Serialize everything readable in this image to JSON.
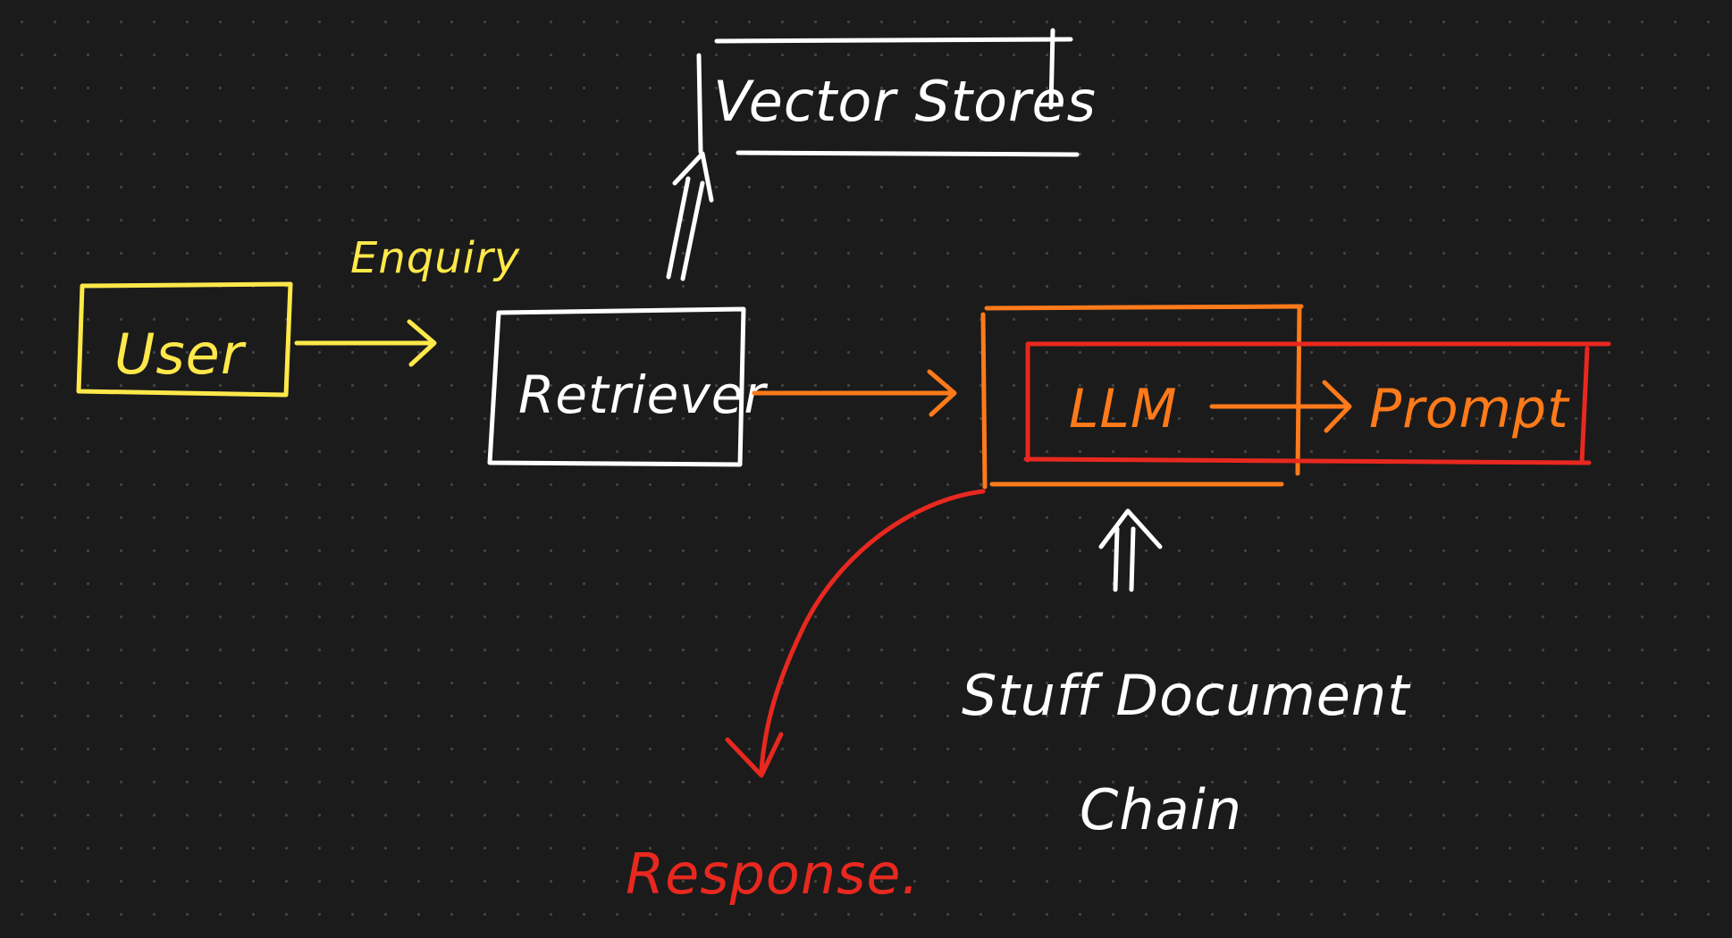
{
  "colors": {
    "background": "#1b1b1b",
    "user": "#ffe84a",
    "retriever": "#ffffff",
    "llm_chain": "#ff7a1a",
    "prompt": "#e8281f",
    "response": "#e8281f",
    "white": "#ffffff"
  },
  "nodes": {
    "user": "User",
    "retriever": "Retriever",
    "vector_store": "Vector Stores",
    "llm": "LLM",
    "prompt": "Prompt"
  },
  "labels": {
    "enquiry": "Enquiry",
    "stuff_chain_line1": "Stuff Document",
    "stuff_chain_line2": "Chain",
    "response": "Response."
  }
}
